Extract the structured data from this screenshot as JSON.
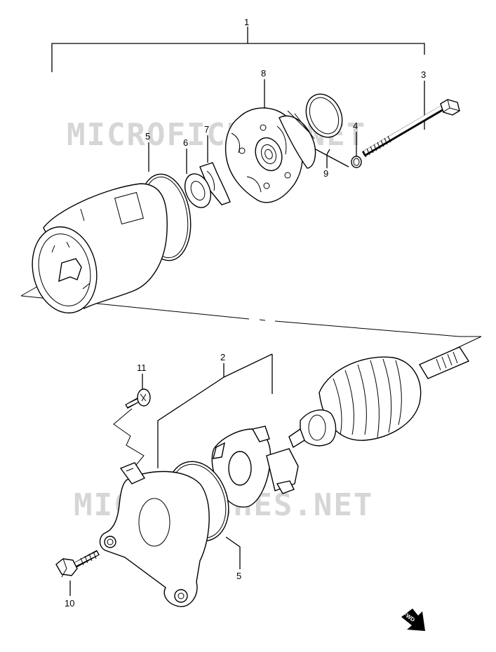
{
  "watermark": "MICROFICHES.NET",
  "fwd_label": "FWD",
  "callouts": [
    "1",
    "2",
    "3",
    "4",
    "5",
    "6",
    "7",
    "8",
    "9",
    "10",
    "11",
    "5"
  ]
}
